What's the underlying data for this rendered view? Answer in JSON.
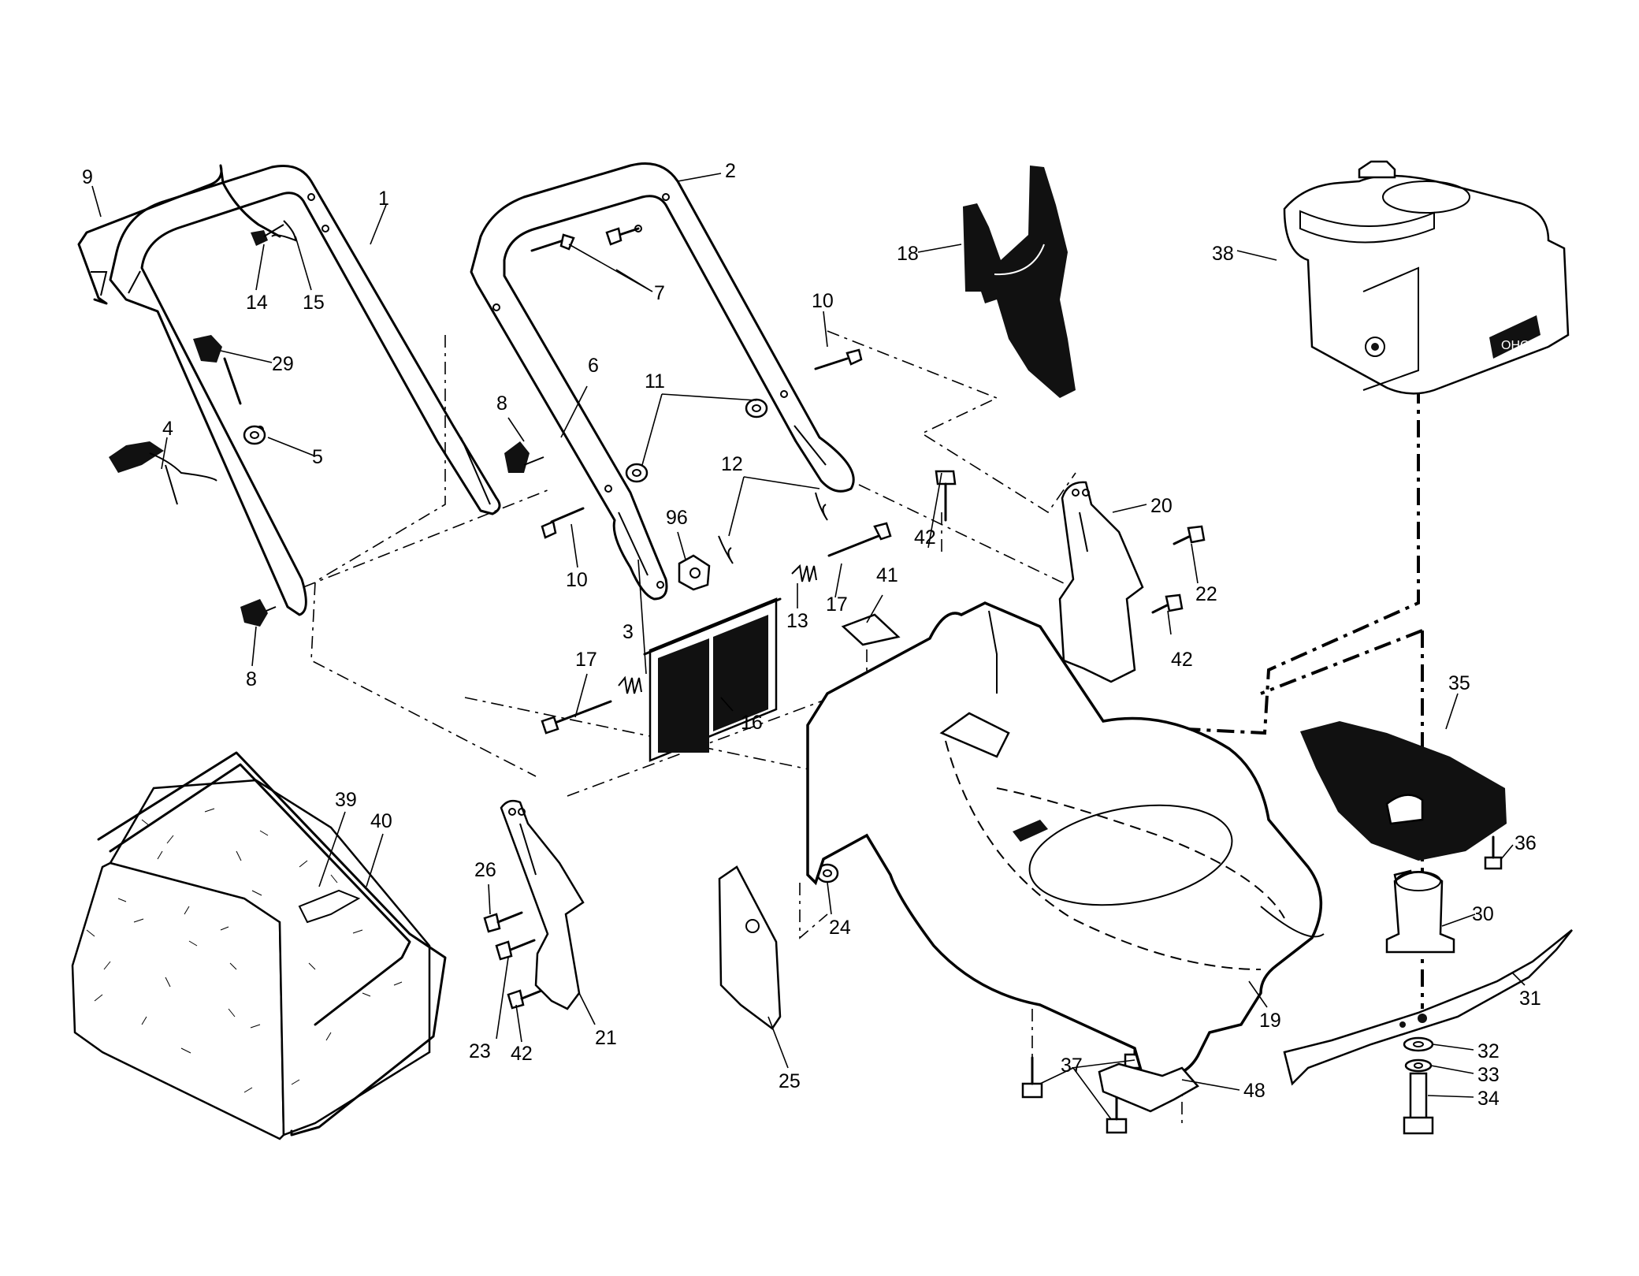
{
  "callouts": [
    {
      "id": "c1",
      "text": "1"
    },
    {
      "id": "c2",
      "text": "2"
    },
    {
      "id": "c3",
      "text": "3"
    },
    {
      "id": "c4",
      "text": "4"
    },
    {
      "id": "c5",
      "text": "5"
    },
    {
      "id": "c6",
      "text": "6"
    },
    {
      "id": "c7",
      "text": "7"
    },
    {
      "id": "c8a",
      "text": "8"
    },
    {
      "id": "c8b",
      "text": "8"
    },
    {
      "id": "c9",
      "text": "9"
    },
    {
      "id": "c10a",
      "text": "10"
    },
    {
      "id": "c10b",
      "text": "10"
    },
    {
      "id": "c11",
      "text": "11"
    },
    {
      "id": "c12",
      "text": "12"
    },
    {
      "id": "c13",
      "text": "13"
    },
    {
      "id": "c14",
      "text": "14"
    },
    {
      "id": "c15",
      "text": "15"
    },
    {
      "id": "c16",
      "text": "16"
    },
    {
      "id": "c17a",
      "text": "17"
    },
    {
      "id": "c17b",
      "text": "17"
    },
    {
      "id": "c18",
      "text": "18"
    },
    {
      "id": "c19",
      "text": "19"
    },
    {
      "id": "c20",
      "text": "20"
    },
    {
      "id": "c21",
      "text": "21"
    },
    {
      "id": "c22",
      "text": "22"
    },
    {
      "id": "c23",
      "text": "23"
    },
    {
      "id": "c24",
      "text": "24"
    },
    {
      "id": "c25",
      "text": "25"
    },
    {
      "id": "c26",
      "text": "26"
    },
    {
      "id": "c29",
      "text": "29"
    },
    {
      "id": "c30",
      "text": "30"
    },
    {
      "id": "c31",
      "text": "31"
    },
    {
      "id": "c32",
      "text": "32"
    },
    {
      "id": "c33",
      "text": "33"
    },
    {
      "id": "c34",
      "text": "34"
    },
    {
      "id": "c35",
      "text": "35"
    },
    {
      "id": "c36",
      "text": "36"
    },
    {
      "id": "c37",
      "text": "37"
    },
    {
      "id": "c38",
      "text": "38"
    },
    {
      "id": "c39",
      "text": "39"
    },
    {
      "id": "c40",
      "text": "40"
    },
    {
      "id": "c41",
      "text": "41"
    },
    {
      "id": "c42a",
      "text": "42"
    },
    {
      "id": "c42b",
      "text": "42"
    },
    {
      "id": "c42c",
      "text": "42"
    },
    {
      "id": "c48",
      "text": "48"
    },
    {
      "id": "c96",
      "text": "96"
    }
  ],
  "engine": {
    "badge_text": "OHC"
  }
}
